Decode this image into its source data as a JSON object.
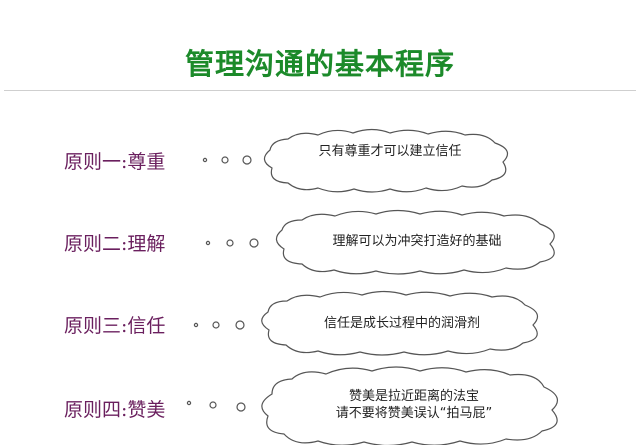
{
  "title": "管理沟通的基本程序",
  "colors": {
    "title": "#1c8a2a",
    "principle": "#6a1f5e",
    "cloud_stroke": "#555555",
    "cloud_text": "#222222",
    "divider": "#cfcfcf"
  },
  "principles": [
    {
      "label": "原则一:尊重",
      "thought": [
        "只有尊重才可以建立信任"
      ]
    },
    {
      "label": "原则二:理解",
      "thought": [
        "理解可以为冲突打造好的基础"
      ]
    },
    {
      "label": "原则三:信任",
      "thought": [
        "信任是成长过程中的润滑剂"
      ]
    },
    {
      "label": "原则四:赞美",
      "thought": [
        "赞美是拉近距离的法宝",
        "请不要将赞美误认“拍马屁”"
      ]
    }
  ]
}
